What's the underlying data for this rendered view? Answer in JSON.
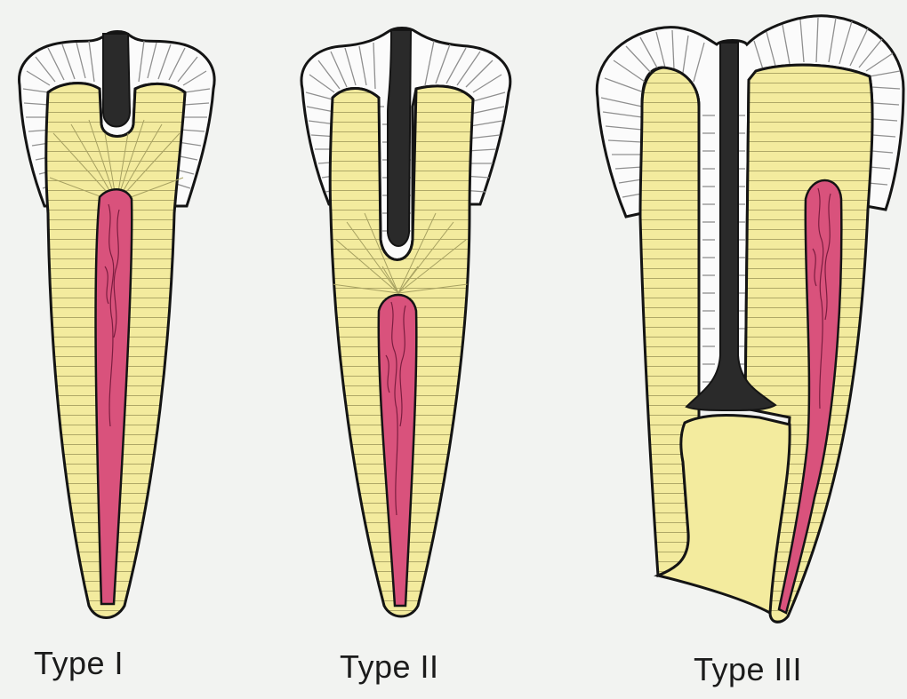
{
  "captions": {
    "type_1": "Type I",
    "type_2": "Type II",
    "type_3": "Type III"
  },
  "colors": {
    "background": "#f2f3f1",
    "dentin": "#f3eb9e",
    "dentin_lines": "#a7a161",
    "enamel": "#fbfbfb",
    "enamel_lines": "#8f8f8f",
    "pulp": "#d9527c",
    "pulp_vessels": "#7b1d3f",
    "lesion": "#2a2a2a",
    "outline": "#141414"
  }
}
